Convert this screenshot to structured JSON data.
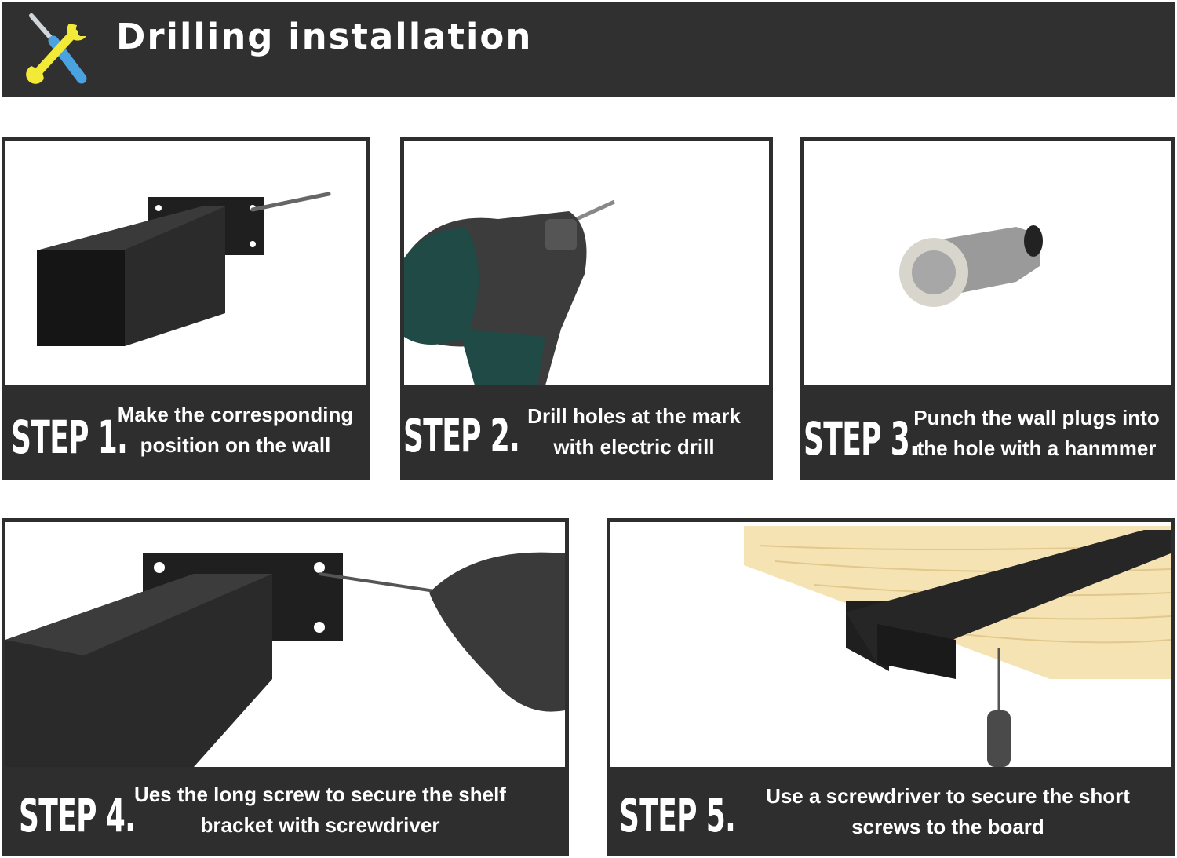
{
  "header": {
    "title": "Drilling installation",
    "icon": "wrench-screwdriver-icon"
  },
  "colors": {
    "panel": "#2e2e2e",
    "accent_yellow": "#f2ea37",
    "accent_blue": "#4aa3e0",
    "wood": "#f6e3b3",
    "drill_green": "#1f4a46"
  },
  "steps": [
    {
      "label": "STEP 1.",
      "line1": "Make the corresponding",
      "line2": "position on the wall"
    },
    {
      "label": "STEP 2.",
      "line1": "Drill holes at the mark",
      "line2": "with electric drill"
    },
    {
      "label": "STEP 3.",
      "line1": "Punch the wall plugs into",
      "line2": "the hole with a hanmmer"
    },
    {
      "label": "STEP 4.",
      "line1": "Ues the long screw to secure  the shelf",
      "line2": "bracket with screwdriver"
    },
    {
      "label": "STEP 5.",
      "line1": "Use a screwdriver to secure the short",
      "line2": "screws to the board"
    }
  ]
}
